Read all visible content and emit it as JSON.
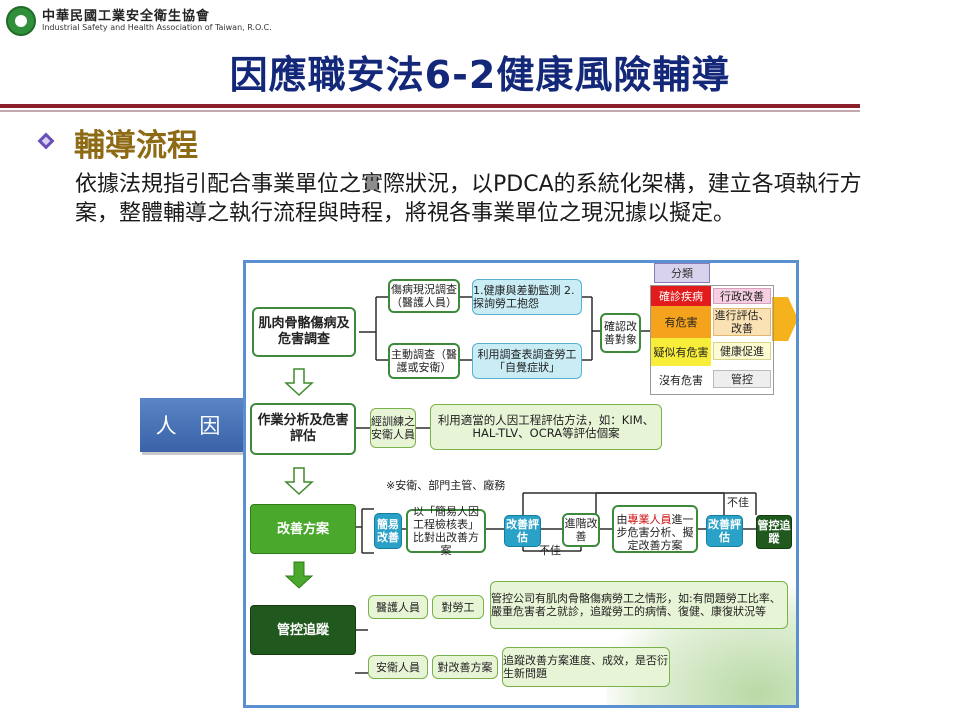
{
  "header": {
    "org_zh": "中華民國工業安全衛生協會",
    "org_en": "Industrial Safety and Health Association of Taiwan, R.O.C."
  },
  "slide": {
    "title": "因應職安法6-2健康風險輔導",
    "subheading": "輔導流程",
    "paragraph": "依據法規指引配合事業單位之實際狀況，以PDCA的系統化架構，建立各項執行方案，整體輔導之執行流程與時程，將視各事業單位之現況據以擬定。",
    "side_label": "人 因"
  },
  "diagram": {
    "box_survey": "肌肉骨骼傷病及危害調查",
    "box_analysis": "作業分析及危害評估",
    "box_improve": "改善方案",
    "box_control": "管控追蹤",
    "b1": "傷病現況調查（醫護人員）",
    "b2": "1.健康與差勤監測 2.探詢勞工抱怨",
    "b3": "主動調查（醫護或安衛）",
    "b4": "利用調查表調查勞工「自覺症狀」",
    "b5": "確認改善對象",
    "cat_header": "分類",
    "cat_rows": [
      {
        "left": "確診疾病",
        "right": "行政改善"
      },
      {
        "left": "有危害",
        "right": "進行評估、改善"
      },
      {
        "left": "疑似有危害",
        "right": "健康促進"
      },
      {
        "left": "沒有危害",
        "right": "管控"
      }
    ],
    "c1": "經訓練之安衛人員",
    "c2": "利用適當的人因工程評估方法，如：KIM、HAL-TLV、OCRA等評估個案",
    "note": "※安衛、部門主管、廠務",
    "d1": "簡易改善",
    "d2": "以「簡易人因工程檢核表」比對出改善方案",
    "d3": "改善評估",
    "d4": "進階改善",
    "d5_pre": "由",
    "d5_red": "專業人員",
    "d5_post": "進一步危害分析、擬定改善方案",
    "d6": "改善評估",
    "d7": "管控追蹤",
    "nogood1": "不佳",
    "nogood2": "不佳",
    "e1": "醫護人員",
    "e2": "對勞工",
    "e3": "管控公司有肌肉骨骼傷病勞工之情形，如:有問題勞工比率、嚴重危害者之就診，追蹤勞工的病情、復健、康復狀況等",
    "f1": "安衛人員",
    "f2": "對改善方案",
    "f3": "追蹤改善方案進度、成效，是否衍生新問題"
  },
  "colors": {
    "title": "#14287a",
    "subheading": "#8e6a15",
    "accent_line": "#8a1e2a",
    "diagram_border": "#5a8fd0",
    "green": "#4aa82c",
    "dark_green": "#20581d",
    "cyan": "#2aa1c6"
  }
}
